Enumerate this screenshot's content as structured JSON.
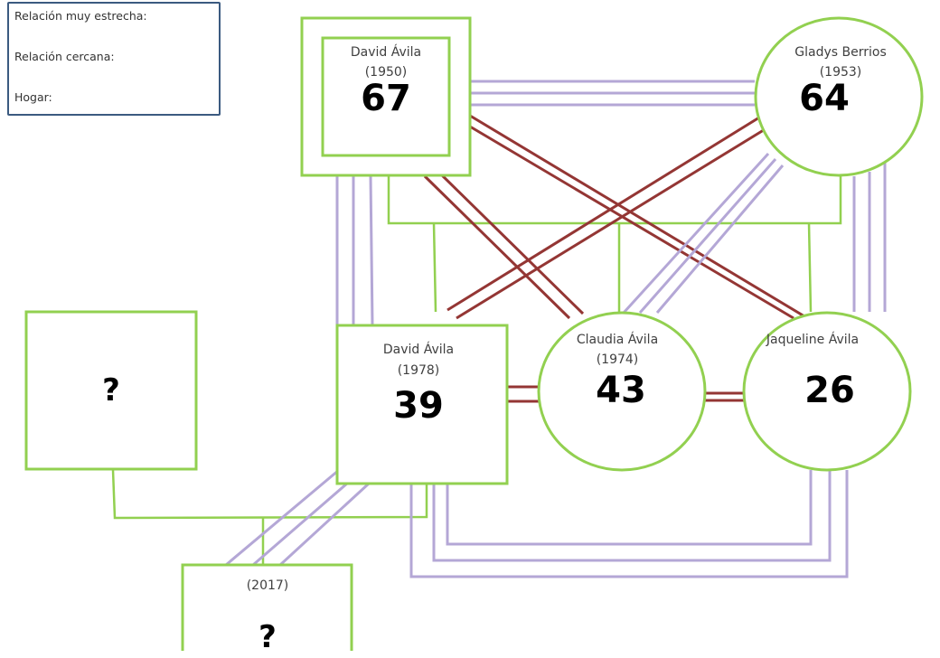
{
  "legend": {
    "very_close": "Relación muy estrecha:",
    "close": "Relación cercana:",
    "household": "Hogar:"
  },
  "colors": {
    "household": "#92d050",
    "very_close": "#b4a7d6",
    "close": "#943634",
    "legend_border": "#3b5a80"
  },
  "people": {
    "david_sr": {
      "name": "David Ávila",
      "year": "(1950)",
      "age": "67",
      "shape": "square-double"
    },
    "gladys": {
      "name": "Gladys Berrios",
      "year": "(1953)",
      "age": "64",
      "shape": "circle"
    },
    "unknown_partner": {
      "age": "?",
      "shape": "square"
    },
    "david_jr": {
      "name": "David Ávila",
      "year": "(1978)",
      "age": "39",
      "shape": "square"
    },
    "claudia": {
      "name": "Claudia Ávila",
      "year": "(1974)",
      "age": "43",
      "shape": "circle"
    },
    "jaqueline": {
      "name": "Jaqueline Ávila",
      "age": "26",
      "shape": "circle"
    },
    "child": {
      "year": "(2017)",
      "age": "?",
      "shape": "square"
    }
  }
}
